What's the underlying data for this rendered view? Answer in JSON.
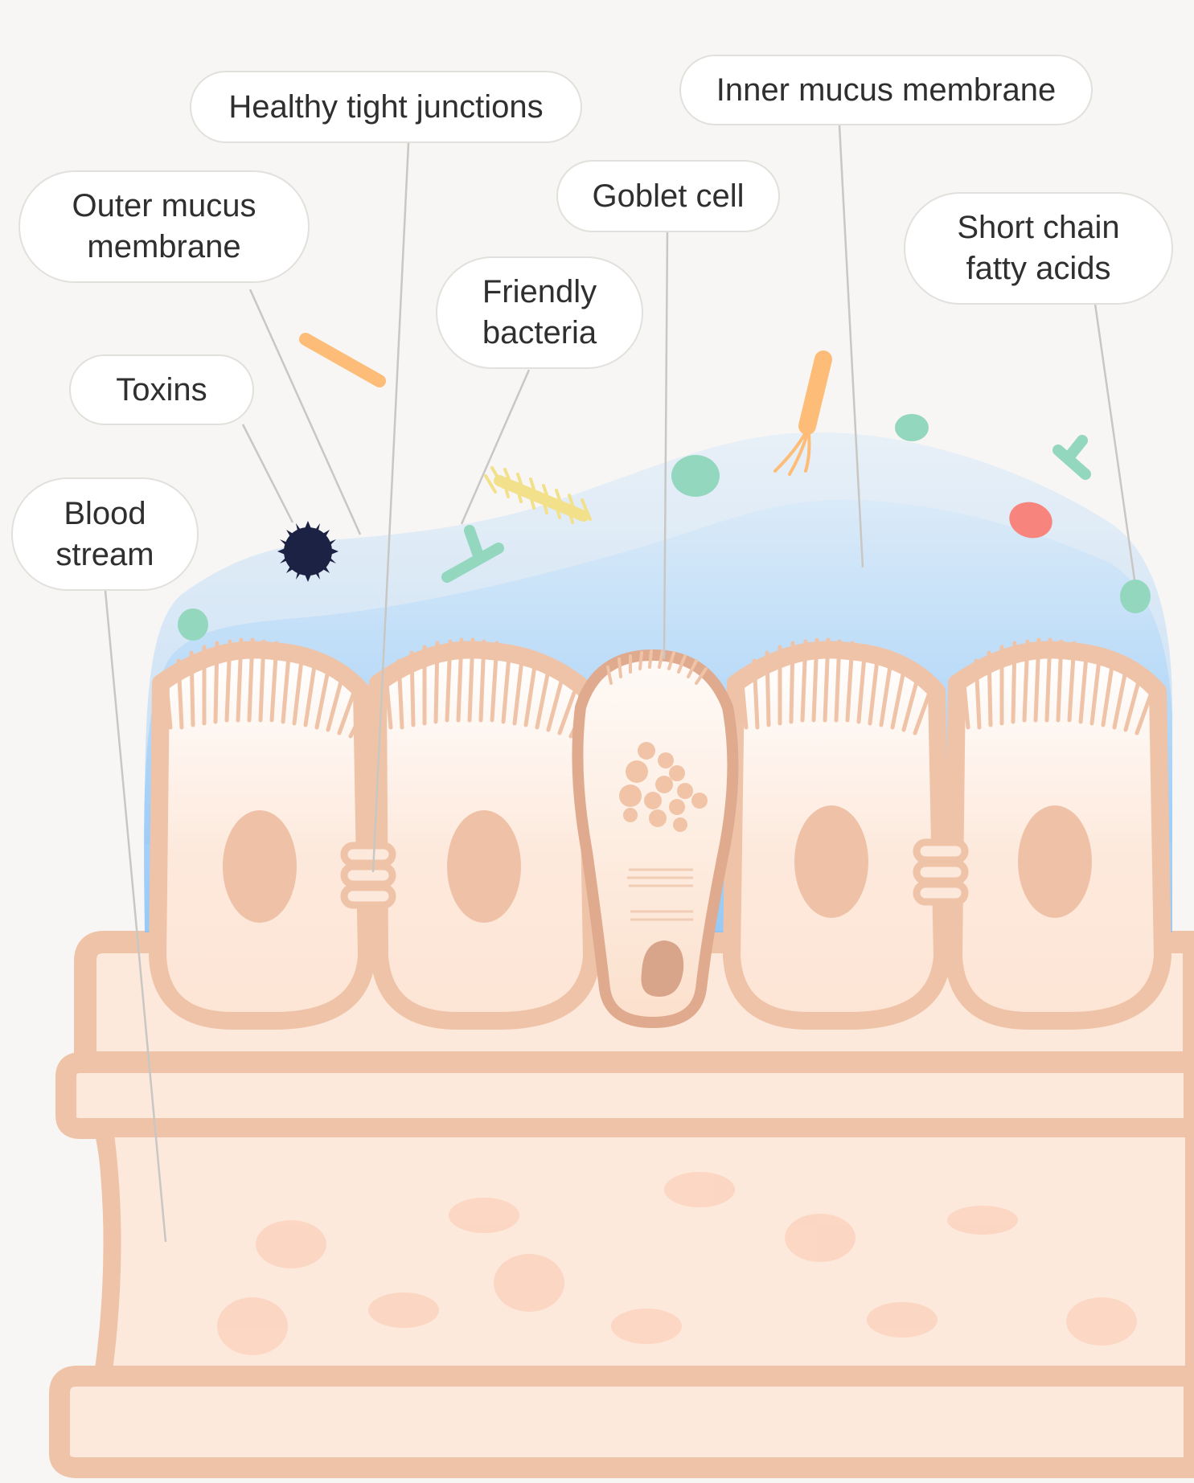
{
  "labels": {
    "healthy_tight_junctions": "Healthy tight junctions",
    "inner_mucus_membrane": "Inner mucus membrane",
    "outer_mucus_membrane": [
      "Outer mucus",
      "membrane"
    ],
    "goblet_cell": "Goblet cell",
    "short_chain_fatty_acids": [
      "Short chain",
      "fatty acids"
    ],
    "friendly_bacteria": [
      "Friendly",
      "bacteria"
    ],
    "toxins": "Toxins",
    "blood_stream": [
      "Blood",
      "stream"
    ]
  },
  "colors": {
    "background": "#f7f6f4",
    "cell_fill": "#fde9dc",
    "cell_outline": "#efc3a8",
    "nucleus": "#efc2a8",
    "outer_mucus": "#cfe3f6",
    "inner_mucus": "#8fc7f8",
    "leader_line": "#c9c7c3",
    "toxin": "#1c2244",
    "bacteria_green": "#93d7bf",
    "bacteria_orange": "#fdbd78",
    "bacteria_yellow": "#f2e08a",
    "bacteria_red": "#f7857d"
  }
}
